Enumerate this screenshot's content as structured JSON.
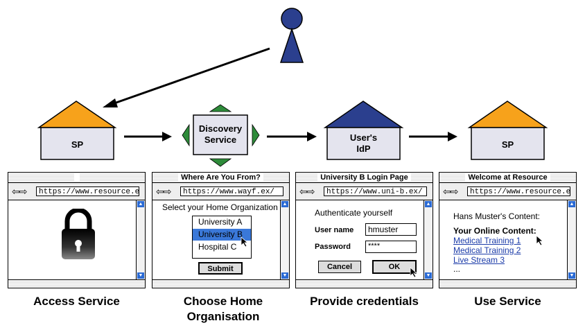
{
  "user": {
    "icon": "person-icon"
  },
  "houses": [
    {
      "label": "SP",
      "roof_color": "#F7A21B"
    },
    {
      "label": "User's\nIdP",
      "roof_color": "#2B3F8E"
    },
    {
      "label": "SP",
      "roof_color": "#F7A21B"
    }
  ],
  "discovery": {
    "label": "Discovery\nService",
    "arrow_color": "#2E8B3A"
  },
  "windows": {
    "w1": {
      "title": "",
      "url": "https://www.resource.ex/",
      "icon": "lock-icon"
    },
    "w2": {
      "title": "Where Are You From?",
      "url": "https://www.wayf.ex/",
      "prompt": "Select your Home Organization",
      "options": [
        "University A",
        "University B",
        "Hospital C"
      ],
      "selected": "University B",
      "submit": "Submit"
    },
    "w3": {
      "title": "University B Login Page",
      "url": "https://www.uni-b.ex/",
      "heading": "Authenticate yourself",
      "username_label": "User name",
      "username_value": "hmuster",
      "password_label": "Password",
      "password_value": "****",
      "cancel": "Cancel",
      "ok": "OK"
    },
    "w4": {
      "title": "Welcome at Resource",
      "url": "https://www.resource.ex/",
      "intro": "Hans Muster's Content:",
      "heading": "Your Online Content:",
      "links": [
        "Medical Training 1",
        "Medical Training 2",
        "Live Stream 3"
      ],
      "more": "..."
    }
  },
  "captions": [
    "Access Service",
    "Choose Home\nOrganisation",
    "Provide credentials",
    "Use Service"
  ],
  "colors": {
    "selected_option": "#3A78D8",
    "scroll_arrow": "#2A6AD4",
    "house_body": "#E4E4EE"
  }
}
